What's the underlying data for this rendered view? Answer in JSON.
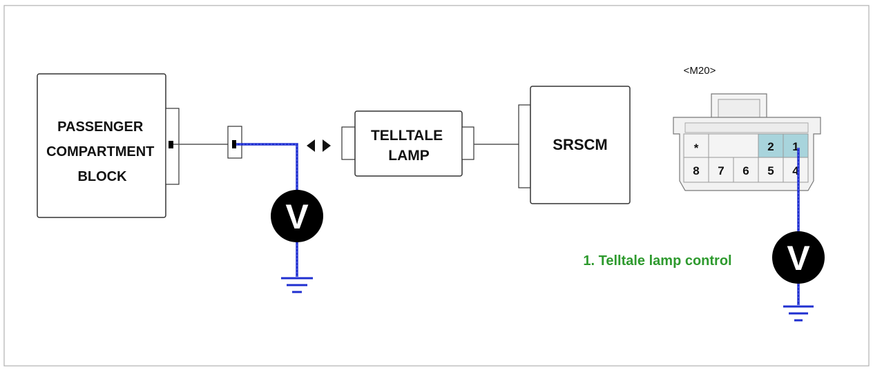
{
  "blocks": {
    "passenger_compartment": [
      "PASSENGER",
      "COMPARTMENT",
      "BLOCK"
    ],
    "telltale_lamp": [
      "TELLTALE",
      "LAMP"
    ],
    "srscm": "SRSCM"
  },
  "meters": {
    "left_symbol": "V",
    "right_symbol": "V"
  },
  "connector": {
    "name": "<M20>",
    "pins_top": [
      "*",
      "",
      "",
      "2",
      "1"
    ],
    "pins_bottom": [
      "8",
      "7",
      "6",
      "5",
      "4"
    ],
    "highlight_color": "#a8d4dc"
  },
  "caption": "1. Telltale lamp control",
  "colors": {
    "probe_wire": "#1f2fd0",
    "caption": "#2e9a2e",
    "frame": "#b0b0b0"
  }
}
